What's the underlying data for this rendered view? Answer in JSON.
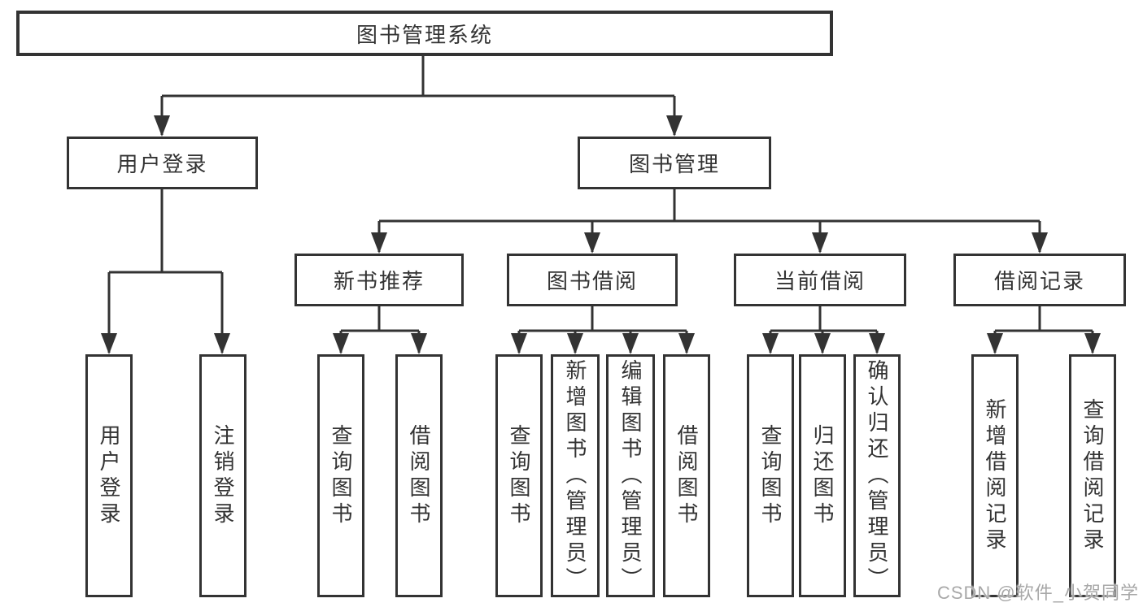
{
  "diagram": {
    "watermark": "CSDN @软件_小贺同学",
    "colors": {
      "line": "#333333",
      "box_border": "#333333",
      "text": "#333333",
      "background": "#ffffff",
      "watermark_text": "#a8a8a8"
    },
    "nodes": {
      "root": "图书管理系统",
      "user_login": "用户登录",
      "book_management": "图书管理",
      "new_book_recommend": "新书推荐",
      "book_borrow": "图书借阅",
      "current_borrow": "当前借阅",
      "borrow_records": "借阅记录",
      "leaf_user_login": "用户登录",
      "leaf_logout": "注销登录",
      "leaf_nb_query_books": "查询图书",
      "leaf_nb_borrow_books": "借阅图书",
      "leaf_bb_query_books": "查询图书",
      "leaf_bb_add_books_admin": "新增图书（管理员）",
      "leaf_bb_edit_books_admin": "编辑图书（管理员）",
      "leaf_bb_borrow_books": "借阅图书",
      "leaf_cb_query_books": "查询图书",
      "leaf_cb_return_books": "归还图书",
      "leaf_cb_confirm_return_admin": "确认归还（管理员）",
      "leaf_br_add_record": "新增借阅记录",
      "leaf_br_query_record": "查询借阅记录"
    }
  }
}
